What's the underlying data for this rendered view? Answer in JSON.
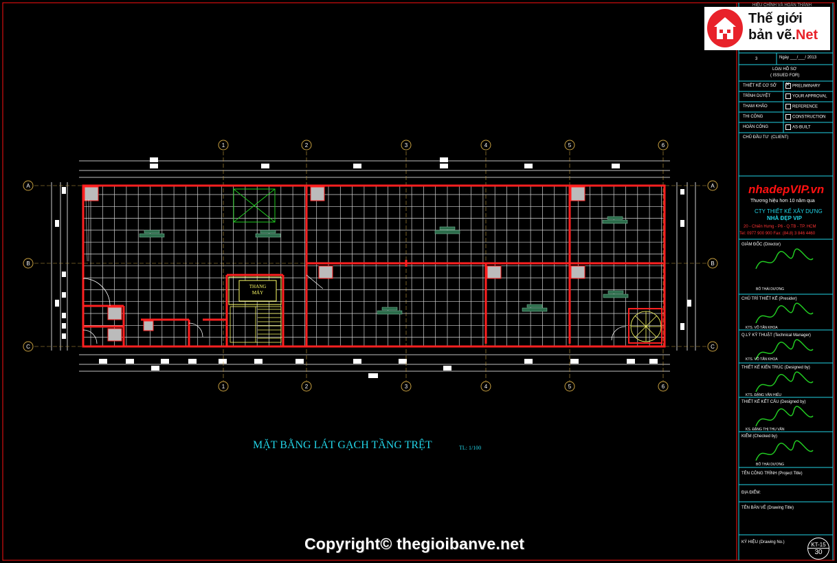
{
  "drawing": {
    "title": "MẶT BẰNG LÁT GẠCH TẦNG TRỆT",
    "scale": "TL: 1/100",
    "elevator_label_1": "THANG",
    "elevator_label_2": "MÁY"
  },
  "grid_axes": {
    "columns": [
      "1",
      "2",
      "3",
      "4",
      "5",
      "6"
    ],
    "rows": [
      "A",
      "B",
      "C"
    ]
  },
  "watermark": {
    "copyright": "Copyright© thegioibanve.net"
  },
  "logo": {
    "line1": "Thế giới",
    "line2": "bản vẽ.",
    "line2_accent": "Net"
  },
  "title_block": {
    "revision_header": "HIỆU CHỈNH VÀ HOÀN THÀNH",
    "revision_no": "3",
    "revision_date": "Ngày ___/___/ 2013",
    "issue_type": "LOẠI HỒ SƠ",
    "issue_type_en": "( ISSUED FOR)",
    "issue_rows": [
      {
        "vi": "THIẾT KẾ CƠ SỞ",
        "en": "PRELIMINARY",
        "checked": true
      },
      {
        "vi": "TRÌNH DUYỆT",
        "en": "YOUR APPROVAL",
        "checked": false
      },
      {
        "vi": "THAM KHẢO",
        "en": "REFERENCE",
        "checked": false
      },
      {
        "vi": "THI CÔNG",
        "en": "CONSTRUCTION",
        "checked": false
      },
      {
        "vi": "HOÀN CÔNG",
        "en": "AS-BUILT",
        "checked": false
      }
    ],
    "client": "CHỦ ĐẦU TƯ",
    "client_en": "(CLIENT)",
    "brand": "nhadepVIP.vn",
    "slogan": "Thương hiệu hơn 10 năm qua",
    "company_line1": "CTY THIẾT KẾ XÂY DỰNG",
    "company_line2": "NHÀ ĐẸP VIP",
    "address": "20 - Chiến Hưng - P6 - Q.TB - TP. HCM",
    "phone": "Tel: 0977 900 900   Fax: (84.8) 3 846 4460",
    "signatures": [
      {
        "role": "GIÁM ĐỐC (Director)",
        "name": "BỐ THÁI DƯƠNG"
      },
      {
        "role": "CHỦ TRÌ THIẾT KẾ (Presider)",
        "name": "KTS. VÕ TẤN KHOA"
      },
      {
        "role": "Q.LÝ KỸ THUẬT (Technical Manager)",
        "name": "KTS. VÕ TẤN KHOA"
      },
      {
        "role": "THIẾT KẾ KIẾN TRÚC (Designed by)",
        "name": "KTS. ĐẶNG VĂN HIẾU"
      },
      {
        "role": "THIẾT KẾ KẾT CẤU (Designed by)",
        "name": "KS. ĐẶNG THỊ THU VÂN"
      },
      {
        "role": "KIỂM (Checked by)",
        "name": "BỐ THÁI DƯƠNG"
      }
    ],
    "project_title": "TÊN CÔNG TRÌNH (Project Title)",
    "location": "ĐỊA ĐIỂM:",
    "drawing_title": "TÊN BẢN VẼ (Drawing Title)",
    "drawing_no_label": "KÝ HIỆU (Drawing No.)",
    "drawing_no": "KT-15",
    "sheet_no": "30"
  },
  "colors": {
    "frame": "#ff1111",
    "wall": "#ff2020",
    "tile_grid": "#d8d8d8",
    "dimension": "#ffffff",
    "axis": "#c8a040",
    "title": "#22d3e6",
    "title_block_line": "#22d3e6",
    "elevator": "#ffff66",
    "stair": "#ffff66",
    "skylight": "#22cc22",
    "logo_red": "#e8222a"
  }
}
